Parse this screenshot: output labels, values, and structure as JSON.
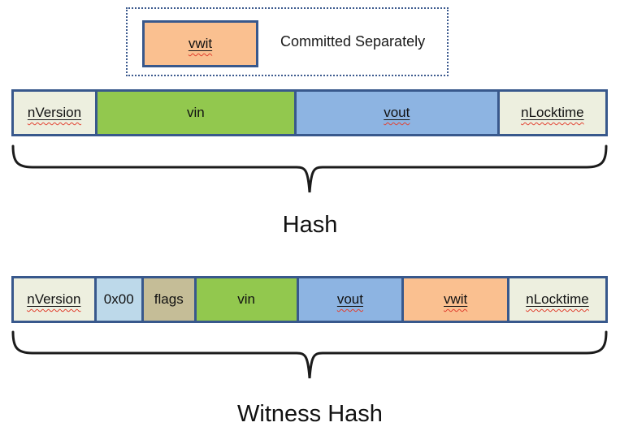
{
  "legend": {
    "sample_label": "vwit",
    "sample_color": "#FAC090",
    "caption": "Committed Separately"
  },
  "bars": [
    {
      "name": "hash",
      "brace_label": "Hash",
      "segments": [
        {
          "label": "nVersion",
          "color": "#EDEFDF"
        },
        {
          "label": "vin",
          "color": "#92C84E"
        },
        {
          "label": "vout",
          "color": "#8DB4E2"
        },
        {
          "label": "nLocktime",
          "color": "#EDEFDF"
        }
      ]
    },
    {
      "name": "witness_hash",
      "brace_label": "Witness Hash",
      "segments": [
        {
          "label": "nVersion",
          "color": "#EDEFDF"
        },
        {
          "label": "0x00",
          "color": "#BDD9EA"
        },
        {
          "label": "flags",
          "color": "#C5BD97"
        },
        {
          "label": "vin",
          "color": "#92C84E"
        },
        {
          "label": "vout",
          "color": "#8DB4E2"
        },
        {
          "label": "vwit",
          "color": "#FAC090"
        },
        {
          "label": "nLocktime",
          "color": "#EDEFDF"
        }
      ]
    }
  ],
  "colors": {
    "box_border": "#38588C",
    "legend_border": "#3C5A8E",
    "brace_stroke": "#1B1B1B",
    "misspell_wave": "#E2402F"
  }
}
